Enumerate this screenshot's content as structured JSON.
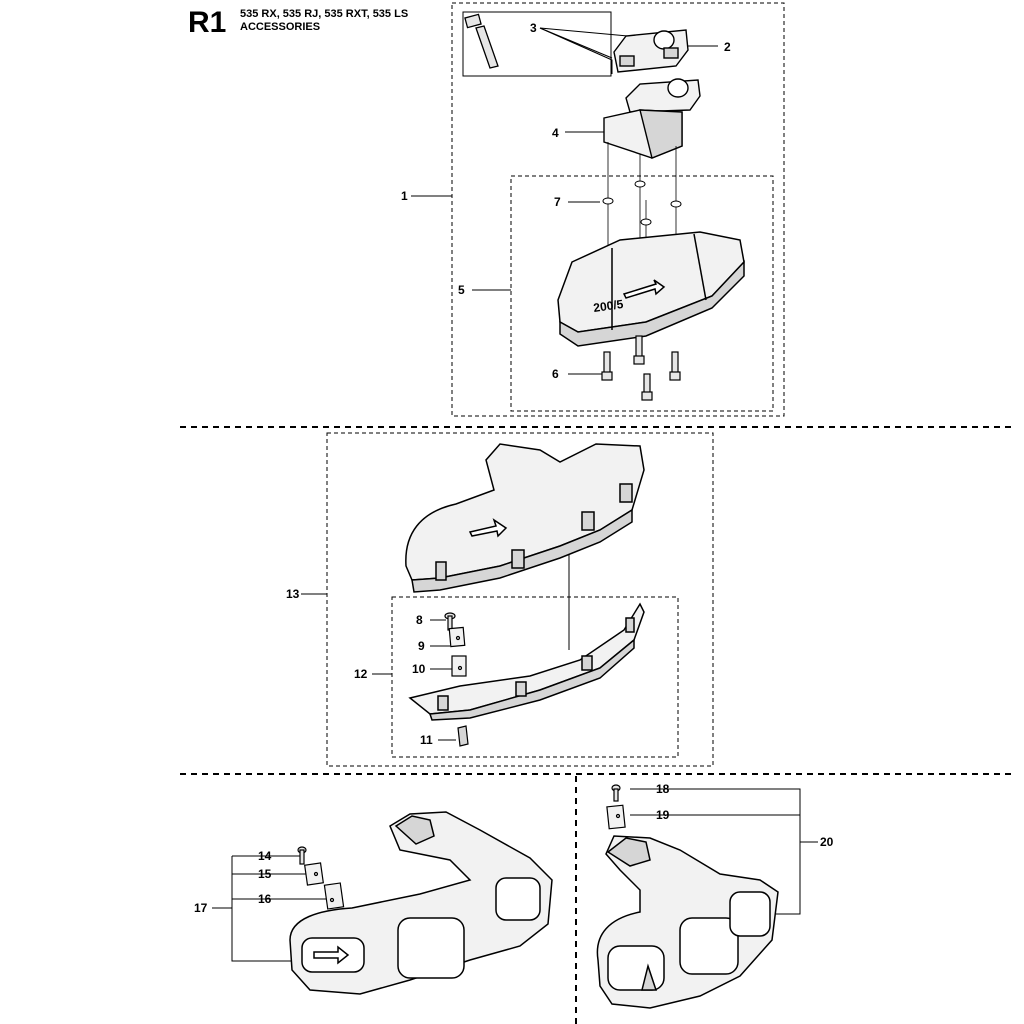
{
  "header": {
    "code": "R1",
    "models": "535 RX, 535 RJ, 535 RXT, 535 LS",
    "section": "ACCESSORIES"
  },
  "callouts": [
    "1",
    "2",
    "3",
    "4",
    "5",
    "6",
    "7",
    "8",
    "9",
    "10",
    "11",
    "12",
    "13",
    "14",
    "15",
    "16",
    "17",
    "18",
    "19",
    "20"
  ],
  "part_marking": "200/5",
  "colors": {
    "line": "#000000",
    "part_fill": "#f2f2f2",
    "part_shade": "#d6d6d6",
    "dark": "#555555"
  }
}
